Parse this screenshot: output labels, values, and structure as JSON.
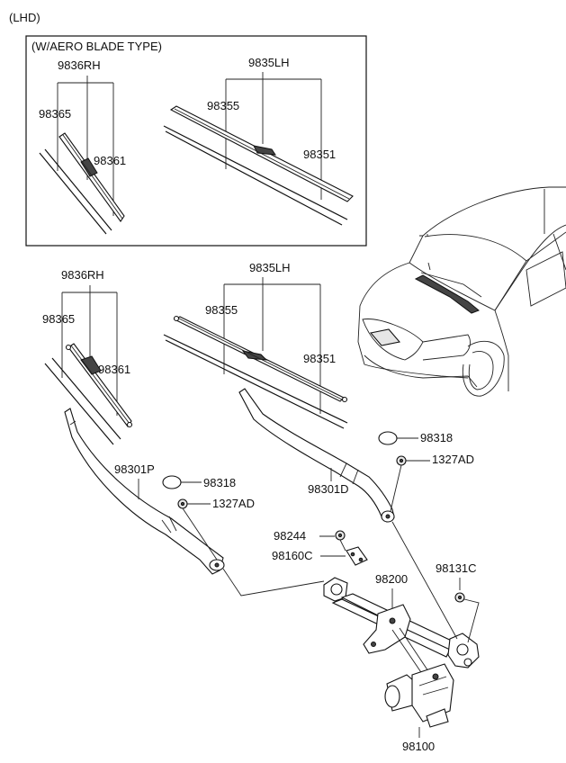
{
  "header": {
    "lhd_label": "(LHD)"
  },
  "inset": {
    "title": "(W/AERO BLADE TYPE)",
    "rh_assembly": "9836RH",
    "rh_refill": "98365",
    "rh_blade": "98361",
    "lh_assembly": "9835LH",
    "lh_blade": "98355",
    "lh_refill": "98351"
  },
  "main": {
    "rh_assembly": "9836RH",
    "rh_refill": "98365",
    "rh_blade": "98361",
    "lh_assembly": "9835LH",
    "lh_blade": "98355",
    "lh_refill": "98351",
    "arm_passenger": "98301P",
    "cap_passenger": "98318",
    "nut_passenger": "1327AD",
    "arm_driver": "98301D",
    "cap_driver": "98318",
    "nut_driver": "1327AD",
    "bolt": "98244",
    "bracket": "98160C",
    "linkage": "98200",
    "nut_linkage": "98131C",
    "motor": "98100"
  }
}
